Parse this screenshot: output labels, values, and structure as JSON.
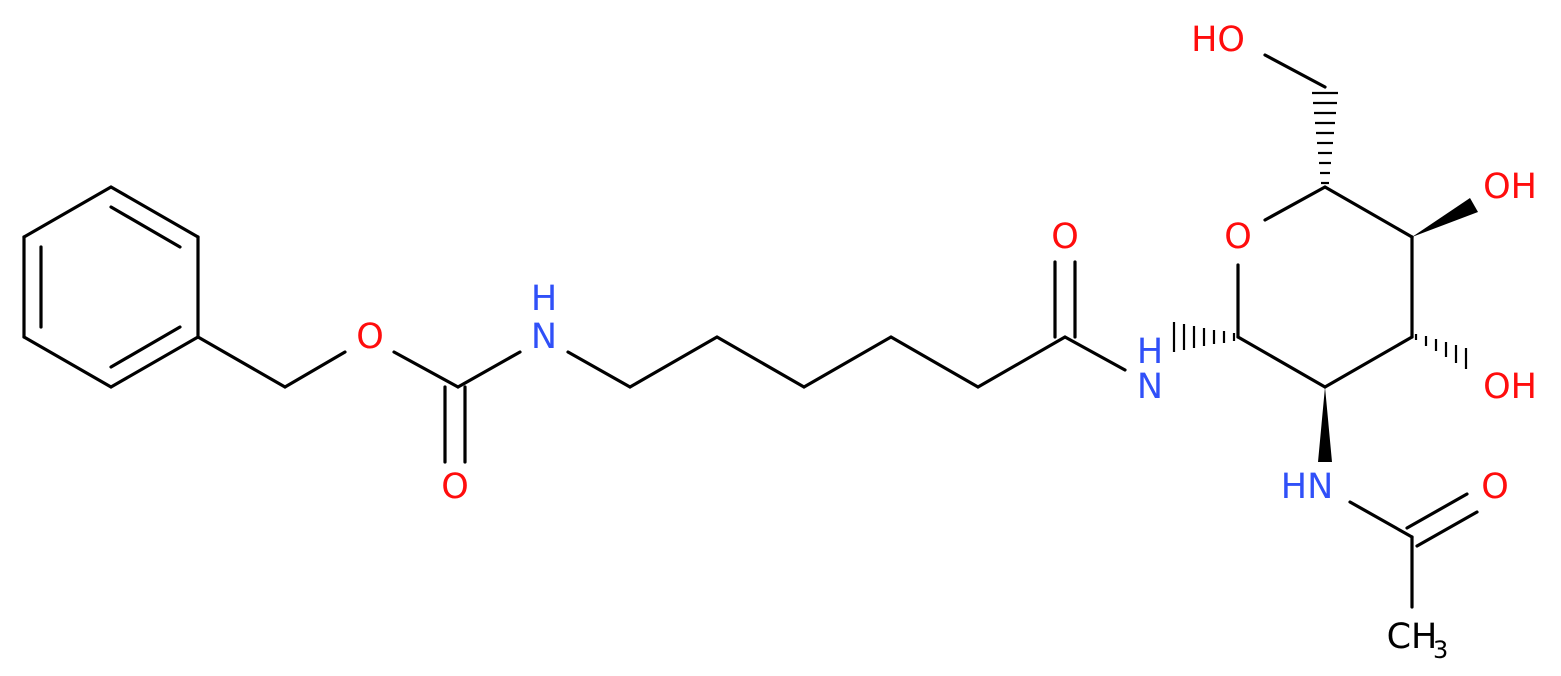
{
  "colors": {
    "background": "#ffffff",
    "bond": "#000000",
    "oxygen": "#ff0d0d",
    "nitrogen": "#3050f8",
    "carbon": "#000000"
  },
  "labels": {
    "carbamate_ester_o": "O",
    "carbamate_carbonyl_o": "O",
    "carbamate_nh": "N",
    "carbamate_nh_h": "H",
    "amide_carbonyl_o": "O",
    "amide_nh_n": "N",
    "amide_nh_h": "H",
    "ring_o": "O",
    "hydroxymethyl_oh": "HO",
    "oh_c4": "OH",
    "oh_c3": "OH",
    "acetamido_nh": "HN",
    "acetyl_carbonyl_o": "O",
    "methyl_c": "CH",
    "methyl_sub": "3"
  }
}
